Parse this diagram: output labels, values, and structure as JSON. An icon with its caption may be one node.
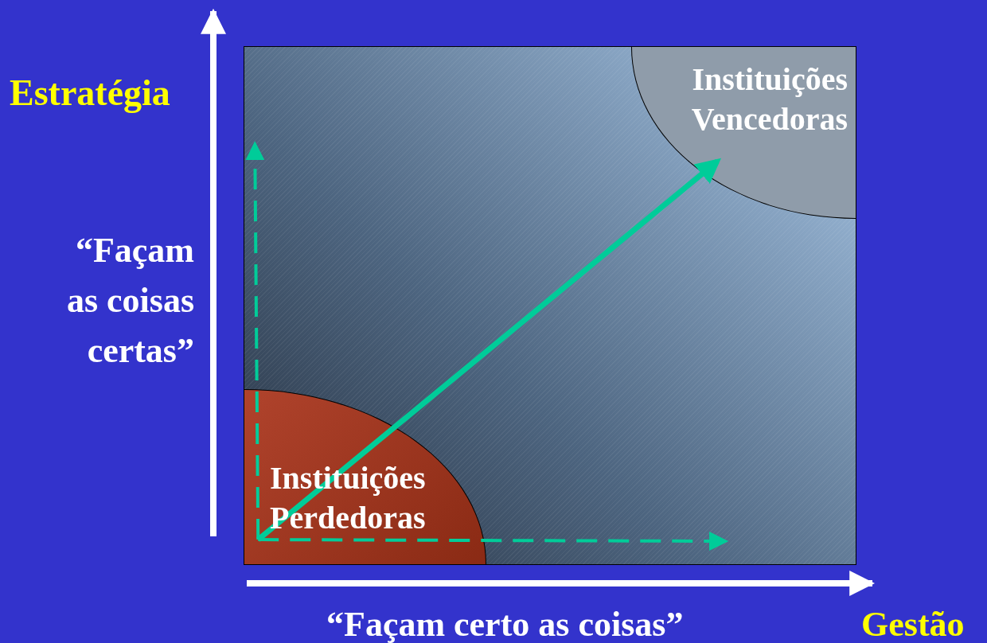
{
  "diagram": {
    "nodes": [
      {
        "text": [],
        "shape": "box"
      },
      {
        "text": [
          "Instituições Vencedoras"
        ],
        "in": 0
      },
      {
        "text": [
          "Instituições Perdedoras"
        ],
        "in": 0
      }
    ],
    "edges": [
      {
        "from": 2,
        "to": 1,
        "arrow": "to"
      },
      {
        "from": 2,
        "to": null,
        "arrow": "to",
        "style": "dashed"
      },
      {
        "from": 2,
        "to": null,
        "arrow": "to",
        "style": "dashed"
      }
    ],
    "labels": [
      "Estratégia",
      "“Façam as coisas certas”",
      "“Façam certo as coisas”",
      "Gestão"
    ]
  }
}
